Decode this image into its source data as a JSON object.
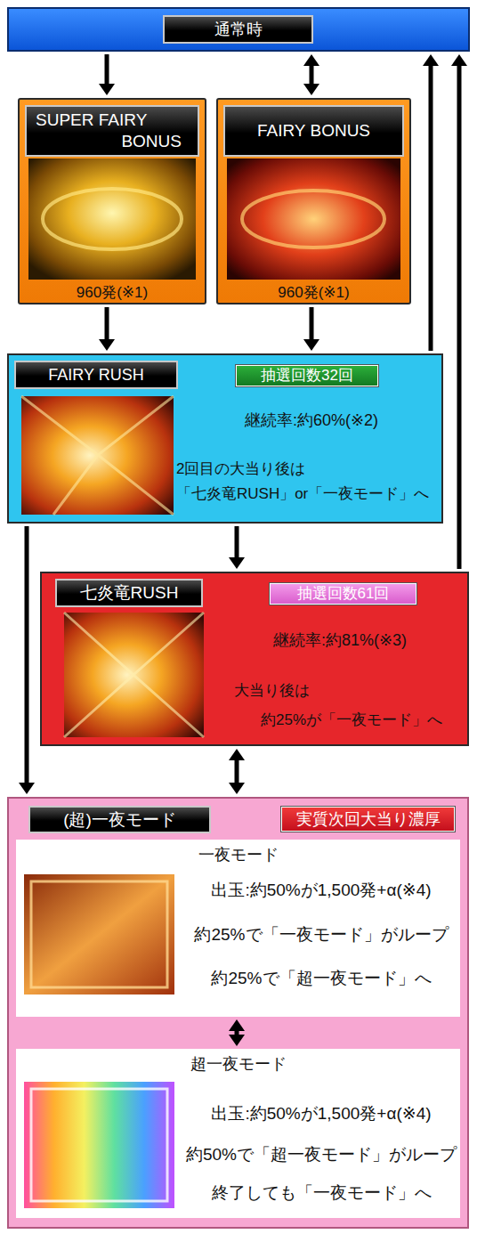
{
  "diagram": {
    "nodes": [
      {
        "text": [
          "通常時"
        ]
      },
      {
        "text": [
          "SUPER FAIRY BONUS",
          "960発(※1)"
        ]
      },
      {
        "text": [
          "FAIRY BONUS",
          "960発(※1)"
        ]
      },
      {
        "text": [
          "FAIRY RUSH",
          "継続率:約60%(※2)",
          "2回目の大当り後は 「七炎竜RUSH」or「一夜モード」へ"
        ]
      },
      {
        "text": [
          "抽選回数32回"
        ],
        "in": 3
      },
      {
        "text": [
          "七炎竜RUSH",
          "継続率:約81%(※3)",
          "大当り後は 約25%が「一夜モード」へ"
        ]
      },
      {
        "text": [
          "抽選回数61回"
        ],
        "in": 5
      },
      {
        "text": [
          "(超)一夜モード"
        ]
      },
      {
        "text": [
          "実質次回大当り濃厚"
        ],
        "in": 7
      },
      {
        "text": [
          "一夜モード",
          "出玉:約50%が1,500発+α(※4)",
          "約25%で「一夜モード」がループ",
          "約25%で「超一夜モード」へ"
        ],
        "in": 7
      },
      {
        "text": [
          "超一夜モード",
          "出玉:約50%が1,500発+α(※4)",
          "約50%で「超一夜モード」がループ",
          "終了しても「一夜モード」へ"
        ],
        "in": 7
      }
    ],
    "edges": [
      {
        "from": 0,
        "to": 1,
        "arrow": "to"
      },
      {
        "from": 0,
        "to": 2,
        "arrow": "both"
      },
      {
        "from": 1,
        "to": 3,
        "arrow": "to"
      },
      {
        "from": 2,
        "to": 3,
        "arrow": "to"
      },
      {
        "from": 3,
        "to": 0,
        "arrow": "to"
      },
      {
        "from": 3,
        "to": 5,
        "arrow": "to"
      },
      {
        "from": 3,
        "to": 7,
        "arrow": "to"
      },
      {
        "from": 5,
        "to": 0,
        "arrow": "to"
      },
      {
        "from": 5,
        "to": 7,
        "arrow": "both"
      },
      {
        "from": 9,
        "to": 10,
        "arrow": "both"
      }
    ]
  }
}
